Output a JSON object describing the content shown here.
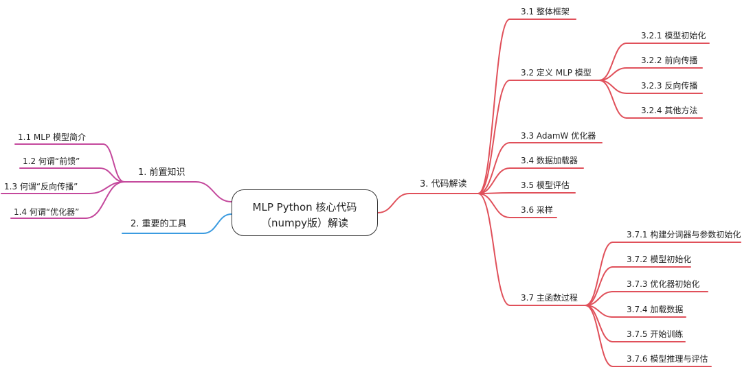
{
  "root": {
    "line1": "MLP Python 核心代码",
    "line2": "（numpy版）解读"
  },
  "branches": {
    "b1": {
      "label": "1. 前置知识",
      "color": "#c4489c",
      "children": [
        "1.1 MLP 模型简介",
        "1.2 何谓“前馈”",
        "1.3 何谓“反向传播”",
        "1.4 何谓“优化器”"
      ]
    },
    "b2": {
      "label": "2. 重要的工具",
      "color": "#3b9be0"
    },
    "b3": {
      "label": "3. 代码解读",
      "color": "#e0505a",
      "children": {
        "c31": "3.1 整体框架",
        "c32": {
          "label": "3.2 定义 MLP 模型",
          "children": [
            "3.2.1 模型初始化",
            "3.2.2 前向传播",
            "3.2.3 反向传播",
            "3.2.4 其他方法"
          ]
        },
        "c33": "3.3 AdamW 优化器",
        "c34": "3.4 数据加载器",
        "c35": "3.5 模型评估",
        "c36": "3.6 采样",
        "c37": {
          "label": "3.7 主函数过程",
          "children": [
            "3.7.1 构建分词器与参数初始化",
            "3.7.2 模型初始化",
            "3.7.3 优化器初始化",
            "3.7.4 加载数据",
            "3.7.5 开始训练",
            "3.7.6 模型推理与评估"
          ]
        }
      }
    }
  }
}
